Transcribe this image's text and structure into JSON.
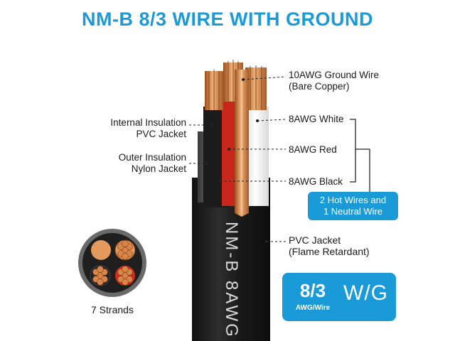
{
  "title": "NM-B 8/3 WIRE WITH GROUND",
  "labels": {
    "ground_line1": "10AWG Ground Wire",
    "ground_line2": "(Bare Copper)",
    "white": "8AWG White",
    "red": "8AWG Red",
    "black": "8AWG Black",
    "internal_line1": "Internal Insulation",
    "internal_line2": "PVC Jacket",
    "outer_line1": "Outer Insulation",
    "outer_line2": "Nylon Jacket",
    "jacket_line1": "PVC Jacket",
    "jacket_line2": "(Flame Retardant)",
    "strands": "7 Strands",
    "cable_print": "NM-B 8AWG"
  },
  "badges": {
    "hot_line1": "2 Hot Wires and",
    "hot_line2": "1 Neutral Wire",
    "spec_number": "8/3",
    "spec_unit": "AWG/Wire",
    "spec_wg": "W/G"
  },
  "colors": {
    "accent": "#1a9ad6",
    "jacket": "#1c1c1c",
    "copper": "#d98a4a",
    "red": "#d42a1e",
    "white_wire": "#f2f2f2"
  }
}
